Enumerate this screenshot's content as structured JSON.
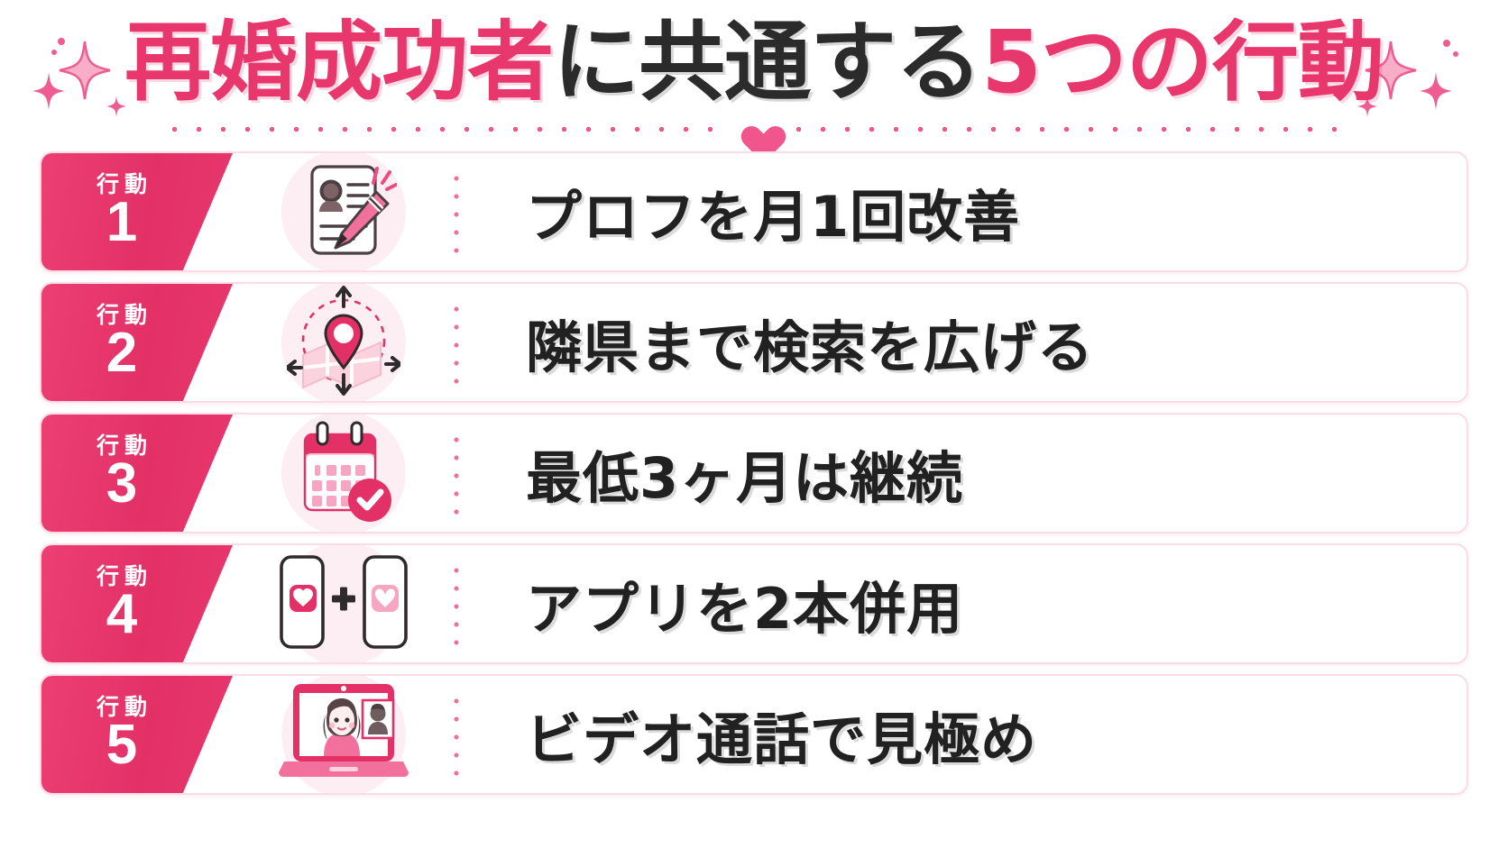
{
  "header": {
    "title_parts": [
      {
        "text": "再婚成功者",
        "color": "#e8376d"
      },
      {
        "text": "に共通する",
        "color": "#2b2b2b"
      },
      {
        "text": "5つの行動",
        "color": "#e8376d"
      }
    ],
    "title_full": "再婚成功者に共通する5つの行動",
    "decorations": {
      "left_sparkles": "sparkle-cluster-left",
      "right_sparkles": "sparkle-cluster-right",
      "divider_heart": "heart-icon"
    }
  },
  "colors": {
    "brand_pink": "#e8376d",
    "badge_pink": "#e33168",
    "light_pink": "#fdeef3",
    "border_pink": "#fbdbe6",
    "dot_pink": "#f0558c",
    "text_dark": "#212121"
  },
  "rows": [
    {
      "badge_label": "行動",
      "badge_number": "1",
      "icon": "profile-card-pencil-icon",
      "label": "プロフを月1回改善"
    },
    {
      "badge_label": "行動",
      "badge_number": "2",
      "icon": "map-location-expand-icon",
      "label": "隣県まで検索を広げる"
    },
    {
      "badge_label": "行動",
      "badge_number": "3",
      "icon": "calendar-check-icon",
      "label": "最低3ヶ月は継続"
    },
    {
      "badge_label": "行動",
      "badge_number": "4",
      "icon": "two-phones-plus-icon",
      "label": "アプリを2本併用"
    },
    {
      "badge_label": "行動",
      "badge_number": "5",
      "icon": "video-call-laptop-icon",
      "label": "ビデオ通話で見極め"
    }
  ]
}
